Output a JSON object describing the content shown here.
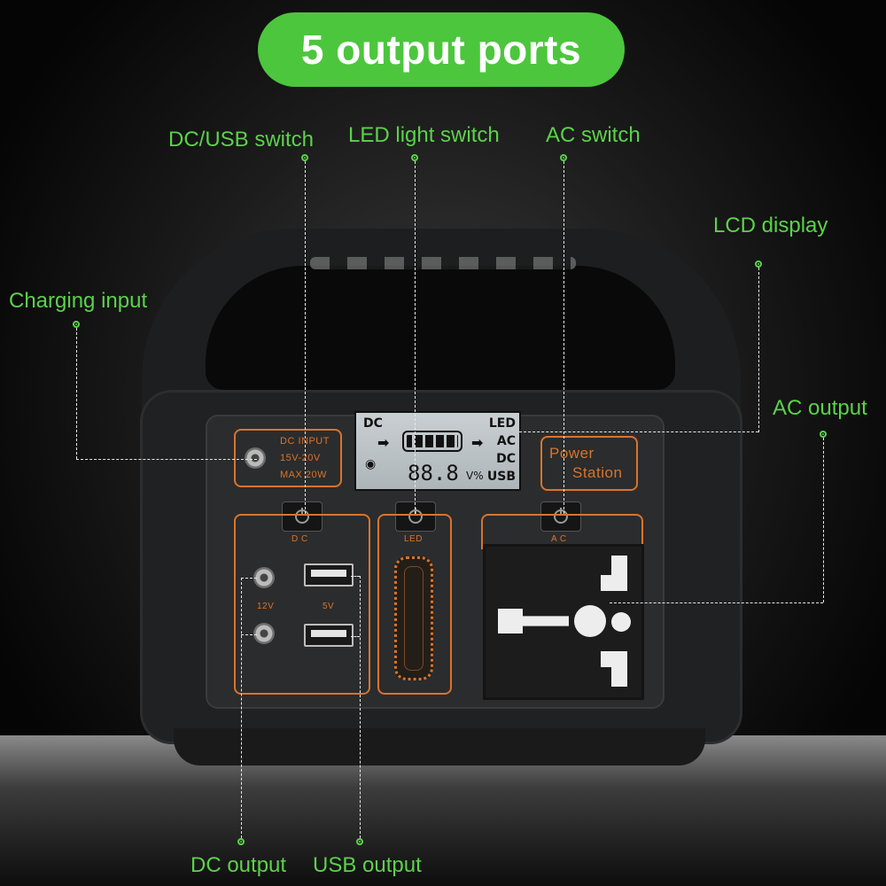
{
  "banner": {
    "title": "5 output ports"
  },
  "callouts": {
    "dc_usb_switch": "DC/USB switch",
    "led_light_switch": "LED light switch",
    "ac_switch": "AC switch",
    "lcd_display": "LCD display",
    "charging_input": "Charging input",
    "ac_output": "AC output",
    "dc_output": "DC output",
    "usb_output": "USB output"
  },
  "device": {
    "input_label_1": "DC INPUT",
    "input_label_2": "15V-20V",
    "input_label_3": "MAX 20W",
    "brand_1": "Power",
    "brand_2": "Station",
    "btn_dc": "D C",
    "btn_led": "LED",
    "btn_ac": "A C",
    "port_12v": "12V",
    "port_5v": "5V",
    "lcd": {
      "dc": "DC",
      "led": "LED",
      "ac": "AC",
      "dc2": "DC",
      "usb": "USB",
      "digits": "88.8",
      "unit": "V%"
    }
  },
  "colors": {
    "accent_green": "#4cc63d",
    "callout_green": "#5bd24a",
    "device_orange": "#d8742c"
  }
}
